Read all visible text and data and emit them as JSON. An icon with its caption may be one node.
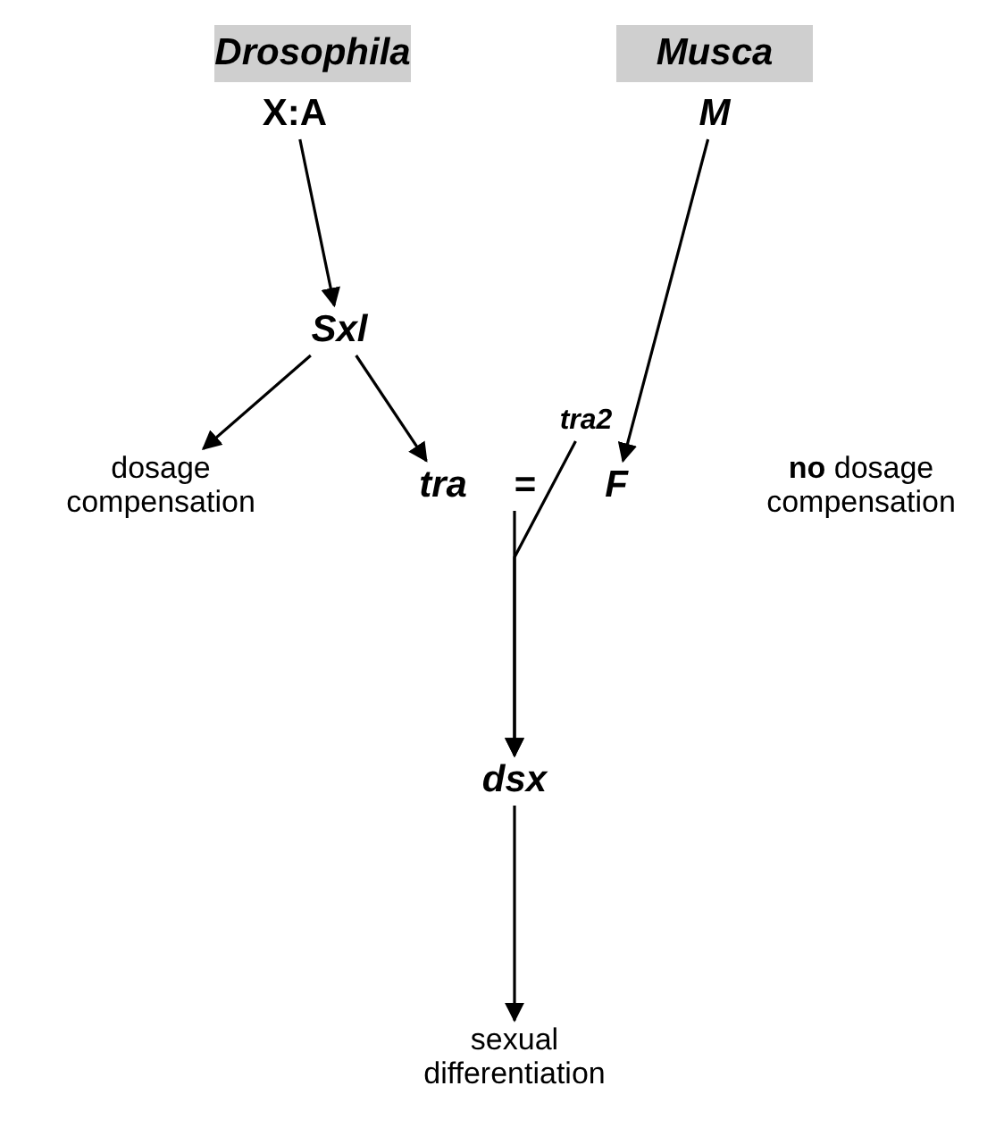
{
  "diagram": {
    "nodes": [
      {
        "text": [
          "Drosophila"
        ]
      },
      {
        "text": [
          "Musca"
        ]
      },
      {
        "text": [
          "X:A"
        ]
      },
      {
        "text": [
          "M"
        ]
      },
      {
        "text": [
          "Sxl"
        ]
      },
      {
        "text": [
          "dosage compensation"
        ]
      },
      {
        "text": [
          "tra"
        ]
      },
      {
        "text": [
          "F"
        ]
      },
      {
        "text": [
          "**no** dosage compensation"
        ]
      },
      {
        "text": [
          "tra2"
        ]
      },
      {
        "text": [
          "dsx"
        ]
      },
      {
        "text": [
          "sexual differentiation"
        ]
      }
    ],
    "edges": [
      {
        "from": 2,
        "to": 4,
        "arrow": "to"
      },
      {
        "from": 4,
        "to": 5,
        "arrow": "to"
      },
      {
        "from": 4,
        "to": 6,
        "arrow": "to"
      },
      {
        "from": 3,
        "to": 7,
        "arrow": "to"
      },
      {
        "from": 6,
        "to": 10,
        "arrow": "to"
      },
      {
        "from": 9,
        "to": 10,
        "arrow": "to"
      },
      {
        "from": 10,
        "to": 11,
        "arrow": "to"
      }
    ],
    "labels": [
      "="
    ]
  }
}
